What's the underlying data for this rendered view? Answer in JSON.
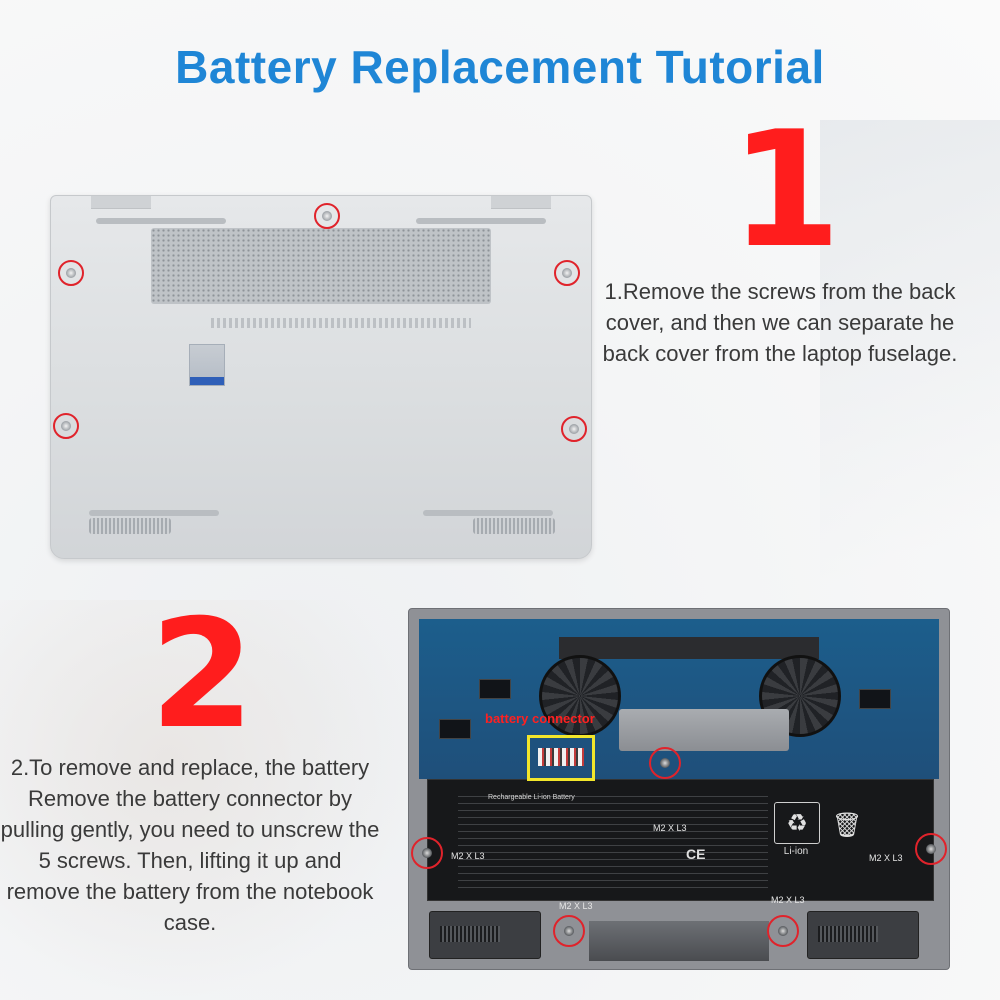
{
  "title": "Battery Replacement Tutorial",
  "step1": {
    "number": "1",
    "text": "1.Remove the screws from the back cover, and then we can separate he back cover from the laptop fuselage."
  },
  "step2": {
    "number": "2",
    "text": "2.To remove and replace, the battery Remove the battery connector by pulling gently, you need to unscrew the 5 screws. Then, lifting it up and remove the battery from the notebook case."
  },
  "internals": {
    "connector_label": "battery connector",
    "battery_text": "Rechargeable Li-ion Battery",
    "li_ion": "Li-ion",
    "ce": "CE",
    "screw_marks": [
      "M2 X L3",
      "M2 X L3",
      "M2 X L3",
      "M2 X L3",
      "M2 X L3"
    ]
  },
  "colors": {
    "title": "#1f86d6",
    "step_number": "#ff1d1d",
    "highlight_circle": "#e0232b",
    "connector_box": "#f2e62b"
  }
}
